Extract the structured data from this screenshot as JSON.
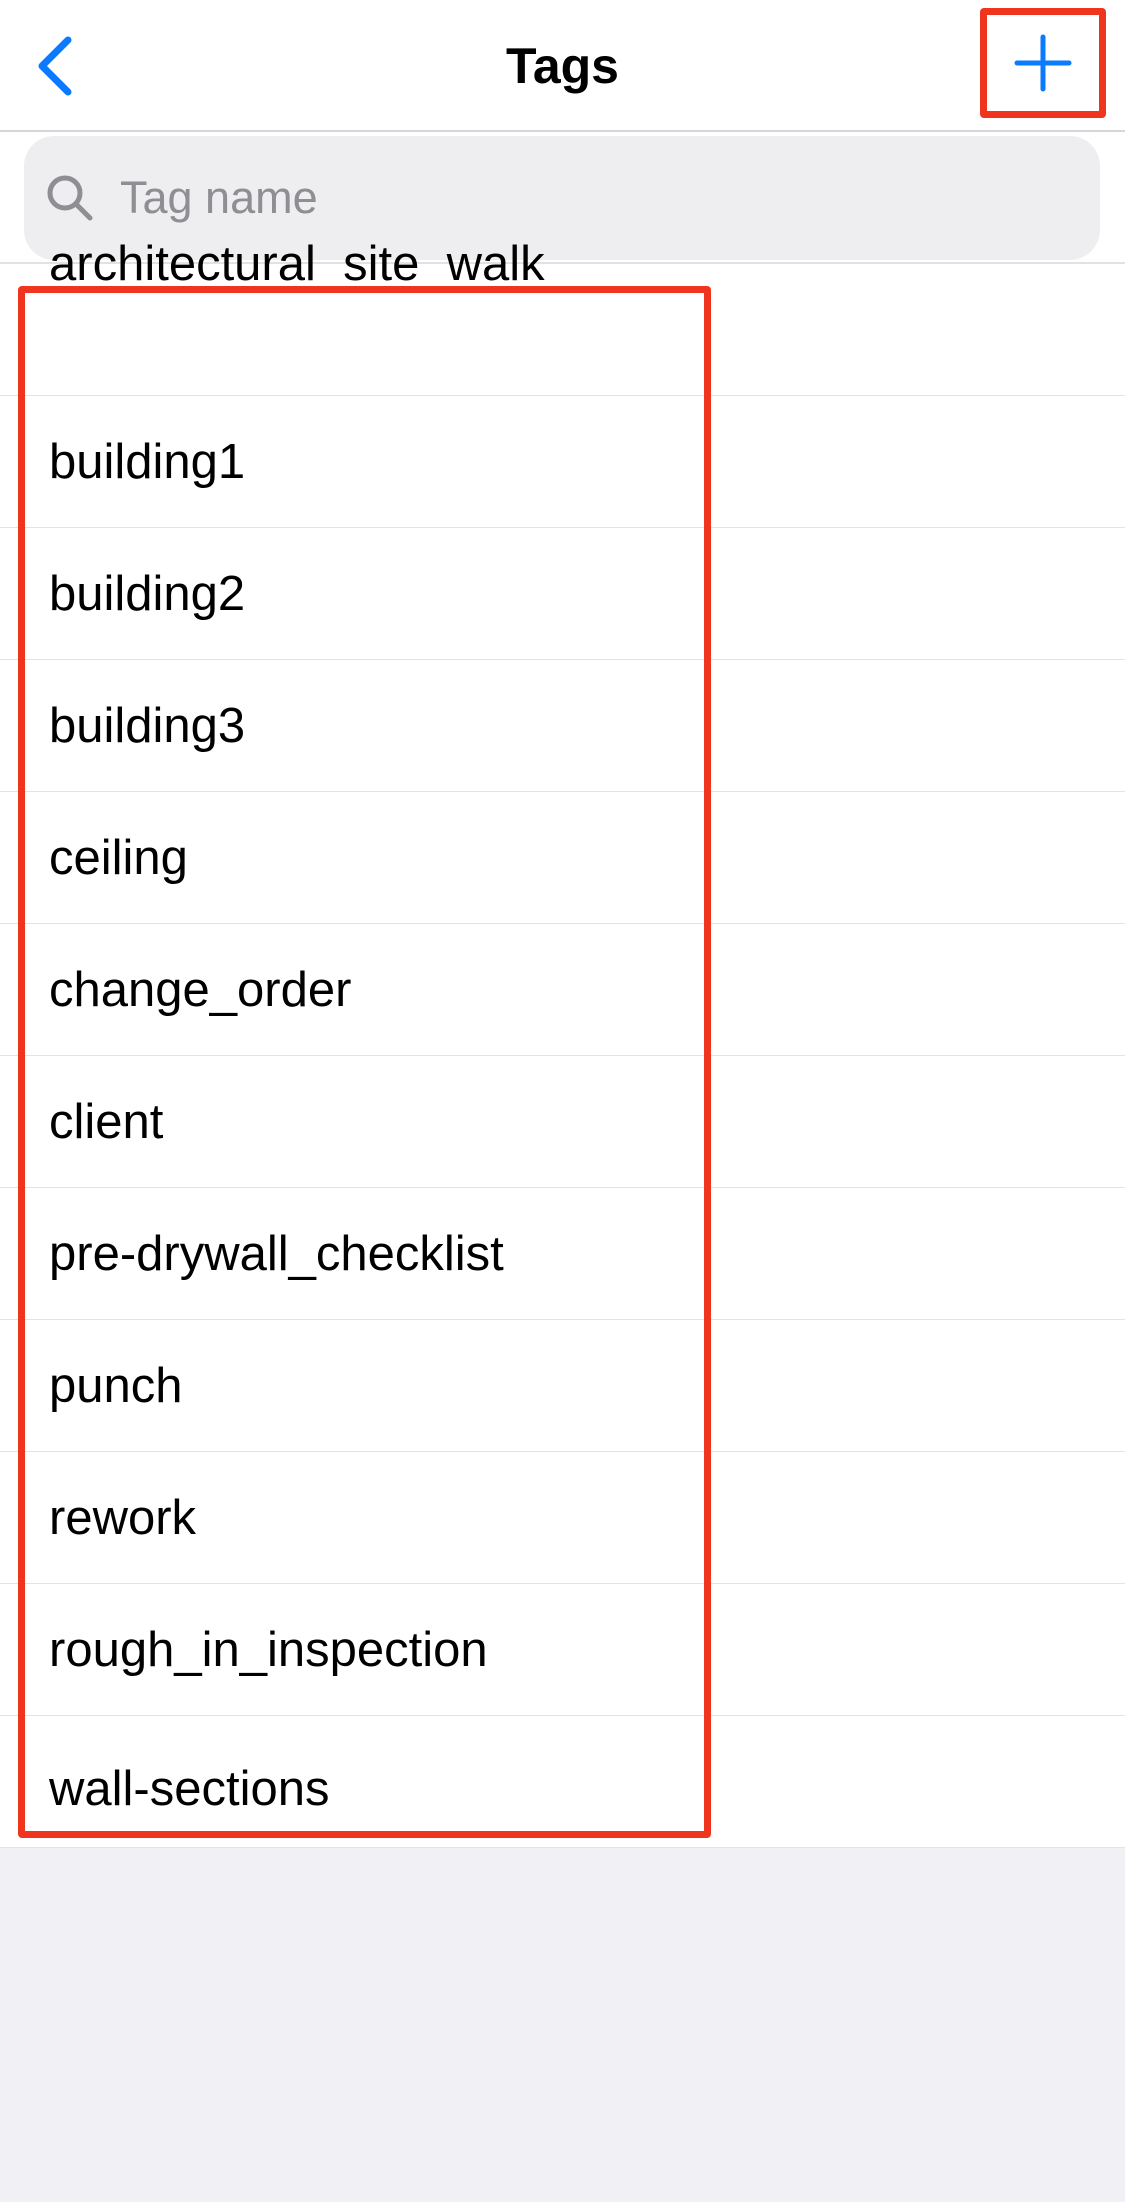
{
  "nav": {
    "title": "Tags",
    "back_icon": "chevron-left-icon",
    "add_icon": "plus-icon"
  },
  "search": {
    "placeholder": "Tag name",
    "value": ""
  },
  "tags": [
    "architectural_site_walk",
    "building1",
    "building2",
    "building3",
    "ceiling",
    "change_order",
    "client",
    "pre-drywall_checklist",
    "punch",
    "rework",
    "rough_in_inspection",
    "wall-sections"
  ],
  "colors": {
    "accent": "#0a7aff",
    "highlight": "#f0351f",
    "background": "#f0f0f5",
    "placeholder": "#8e8e93"
  }
}
